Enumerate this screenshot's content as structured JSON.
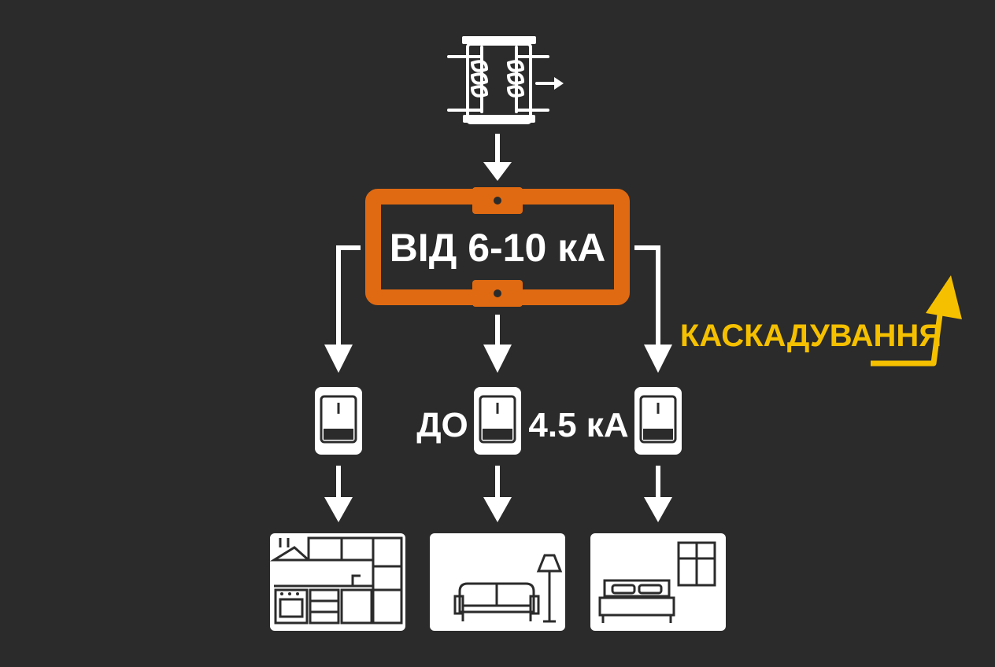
{
  "main_breaker": {
    "label": "ВІД 6-10 кА"
  },
  "branch_breakers": {
    "prefix": "ДО",
    "value": "4.5 кА"
  },
  "cascade": {
    "label": "КАСКАДУВАННЯ"
  },
  "rooms": [
    {
      "icon": "kitchen-icon"
    },
    {
      "icon": "living-room-icon"
    },
    {
      "icon": "bedroom-icon"
    }
  ],
  "colors": {
    "background": "#2b2b2b",
    "main_breaker": "#e06a12",
    "accent_yellow": "#f5c000",
    "foreground": "#ffffff"
  }
}
